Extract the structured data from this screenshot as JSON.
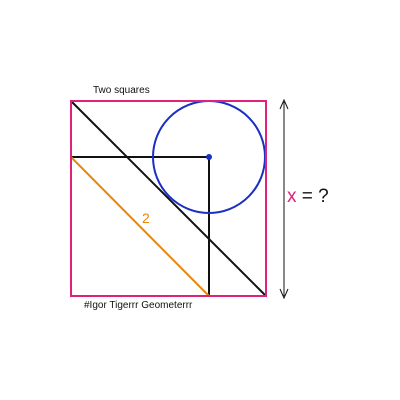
{
  "title": "Two squares",
  "credit": "#Igor Tigerrr Geometerrr",
  "question": {
    "variable": "x",
    "rest": " = ?"
  },
  "segment_label": "2",
  "colors": {
    "outer_square": "#e0217a",
    "circle": "#1a2fc4",
    "segment": "#e8870e",
    "lines": "#111111",
    "question_variable": "#e0217a"
  }
}
